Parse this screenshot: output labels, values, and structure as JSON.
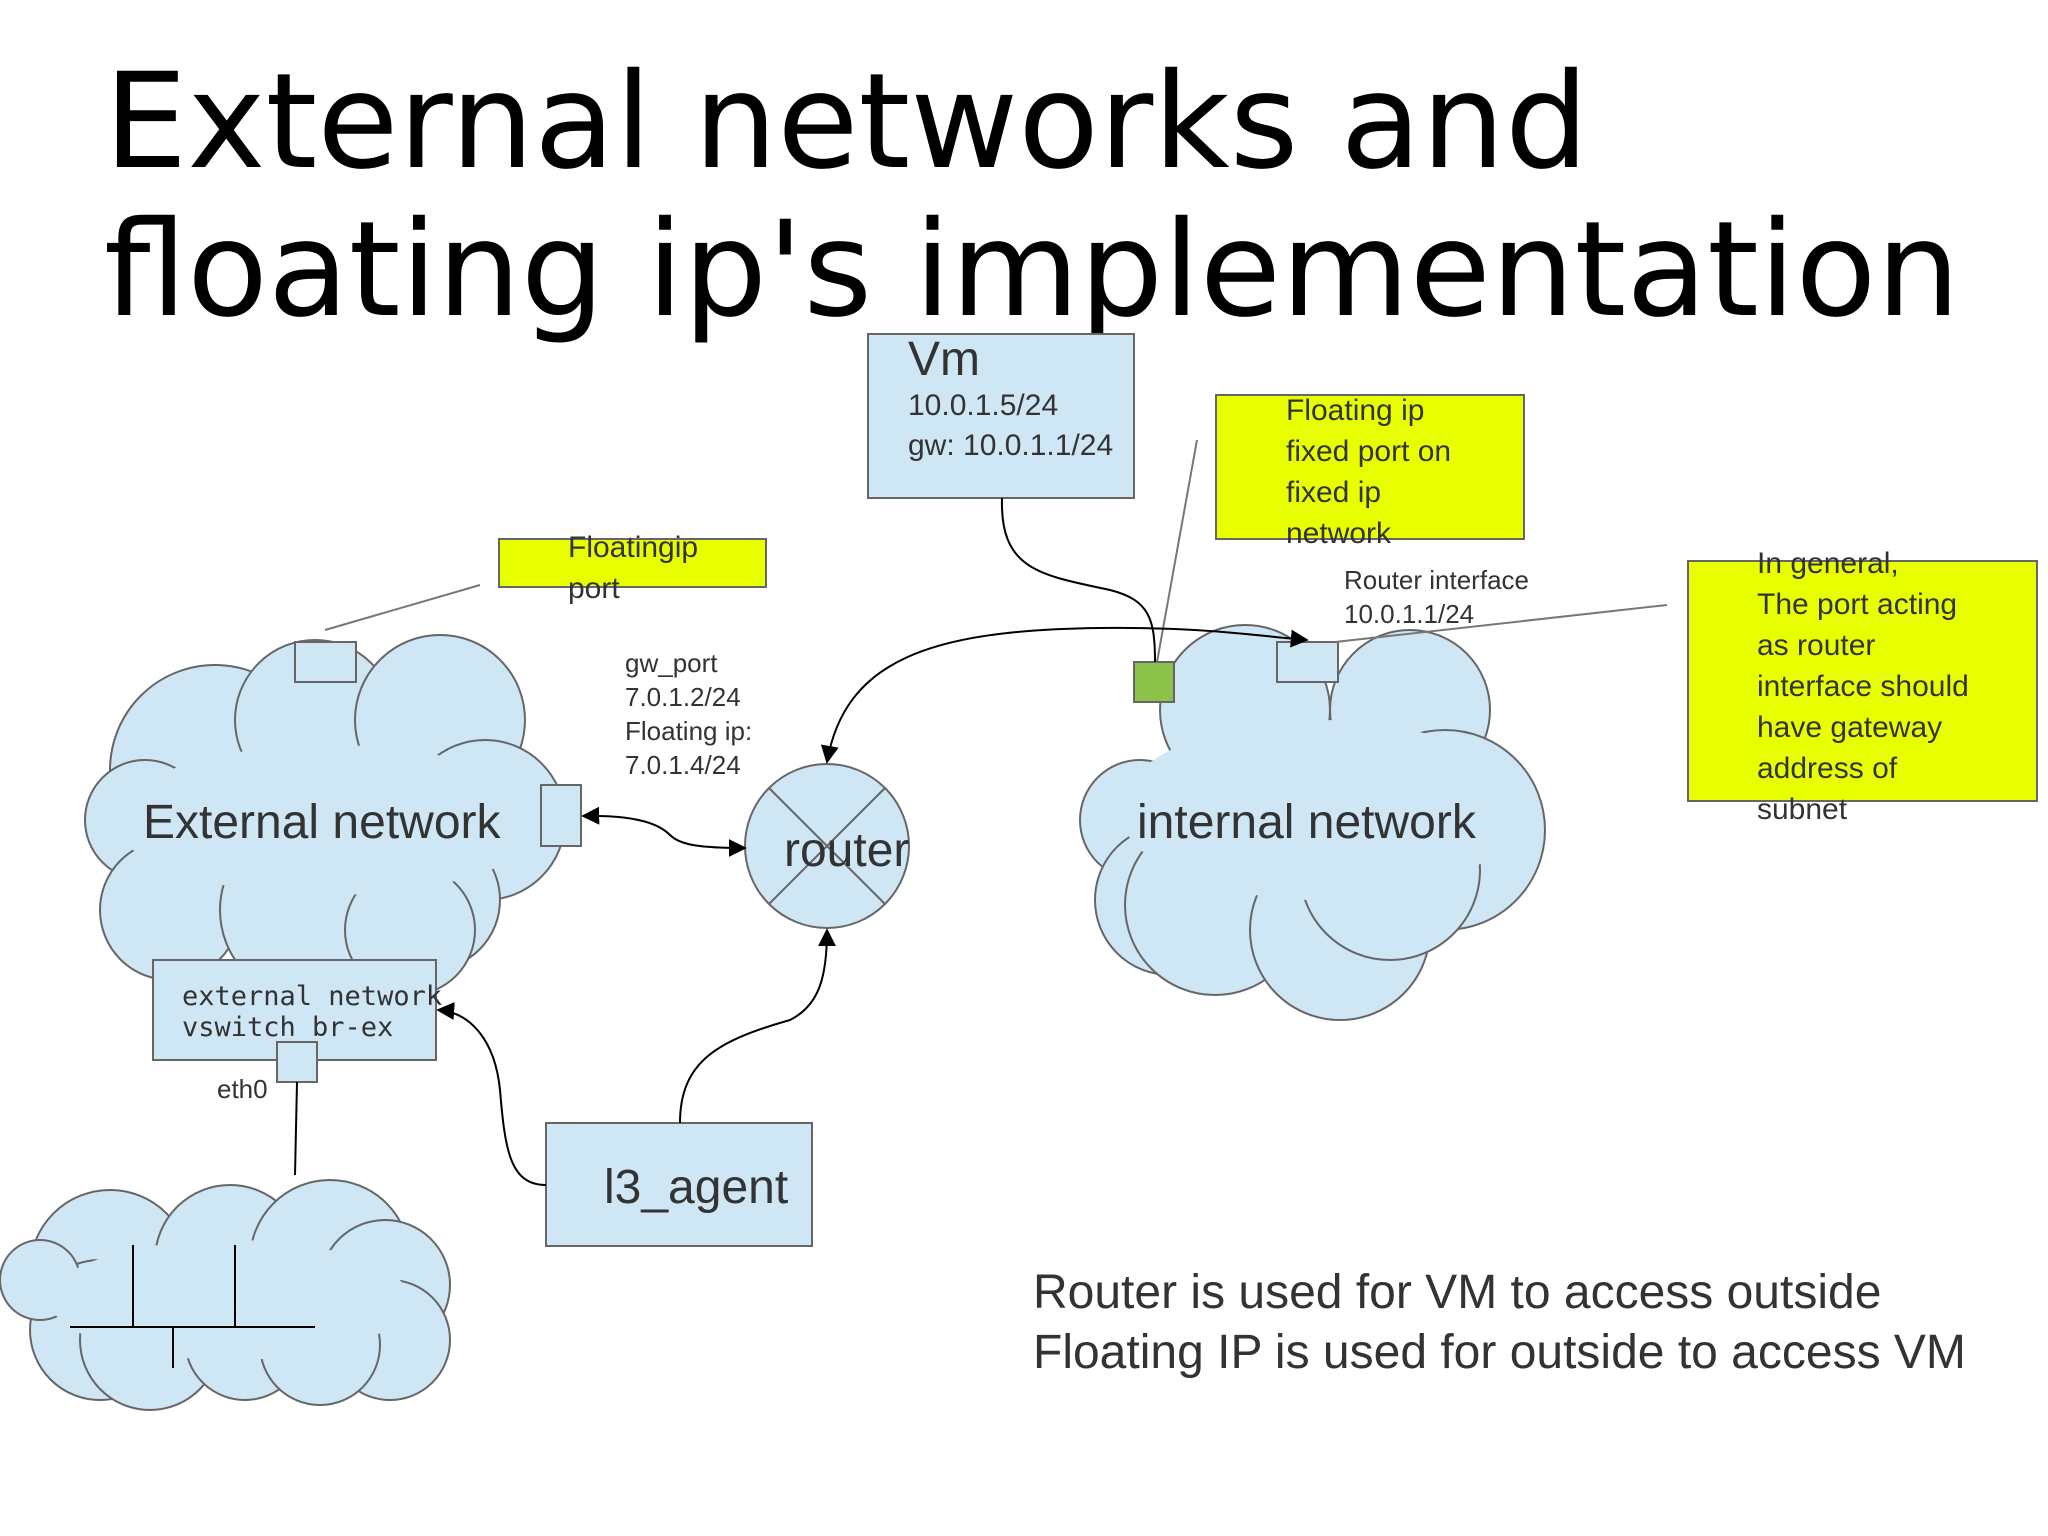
{
  "title": {
    "line1": "External networks and",
    "line2": "floating ip's implementation"
  },
  "nodes": {
    "vm": {
      "name": "Vm",
      "ip": "10.0.1.5/24",
      "gw": "gw: 10.0.1.1/24"
    },
    "external_network": {
      "label": "External network"
    },
    "internal_network": {
      "label": "internal network"
    },
    "router": {
      "label": "router"
    },
    "l3_agent": {
      "label": "l3_agent"
    },
    "vswitch": {
      "line1": "external network",
      "line2": "vswitch br-ex"
    },
    "eth0": {
      "label": "eth0"
    }
  },
  "notes": {
    "floatingip_port": {
      "line1": "Floatingip",
      "line2": "port"
    },
    "fixed_port": {
      "line1": "Floating ip",
      "line2": "fixed port on",
      "line3": "fixed ip",
      "line4": "network"
    },
    "router_interface_note": {
      "line1": "In general,",
      "line2": "The port acting",
      "line3": "as router",
      "line4": "interface should",
      "line5": "have gateway",
      "line6": "address of",
      "line7": "subnet"
    }
  },
  "labels": {
    "gw_port": {
      "line1": "gw_port",
      "line2": "7.0.1.2/24",
      "line3": "Floating ip:",
      "line4": "7.0.1.4/24"
    },
    "router_interface": {
      "line1": "Router interface",
      "line2": "10.0.1.1/24"
    }
  },
  "footer": {
    "line1": "Router is used for VM to access outside",
    "line2": "Floating IP is used for outside to access  VM"
  },
  "colors": {
    "box_fill": "#cfe6f5",
    "note_fill": "#e8ff00",
    "port_green": "#8bc34a",
    "stroke": "#666666"
  }
}
